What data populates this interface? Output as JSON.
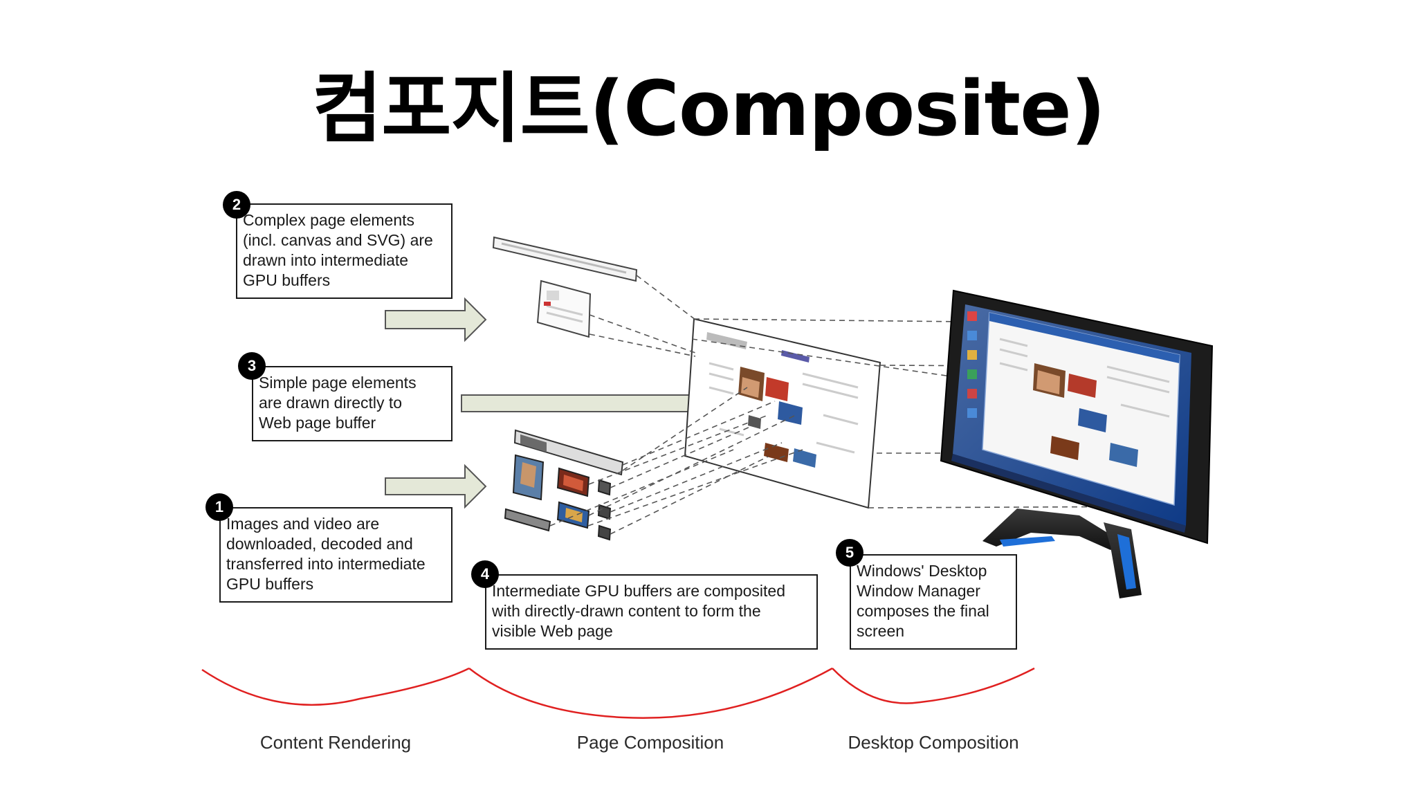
{
  "title": "컴포지트(Composite)",
  "steps": [
    {
      "number": "2",
      "text": "Complex page elements\n(incl. canvas and SVG) are\ndrawn into intermediate\nGPU buffers"
    },
    {
      "number": "3",
      "text": "Simple page elements\nare drawn directly to\nWeb page buffer"
    },
    {
      "number": "1",
      "text": "Images and video are\ndownloaded, decoded and\ntransferred into intermediate\nGPU buffers"
    },
    {
      "number": "4",
      "text": "Intermediate GPU buffers are composited\nwith directly-drawn content to form the\nvisible Web page"
    },
    {
      "number": "5",
      "text": "Windows' Desktop\nWindow Manager\ncomposes the final\nscreen"
    }
  ],
  "phases": [
    "Content Rendering",
    "Page Composition",
    "Desktop Composition"
  ],
  "colors": {
    "brace": "#e02020",
    "arrow_fill": "#e4e8d8",
    "arrow_stroke": "#555555",
    "monitor_frame": "#1c1c1c",
    "monitor_accent": "#1e6fd8",
    "desktop_bg": "#0e3a86"
  }
}
